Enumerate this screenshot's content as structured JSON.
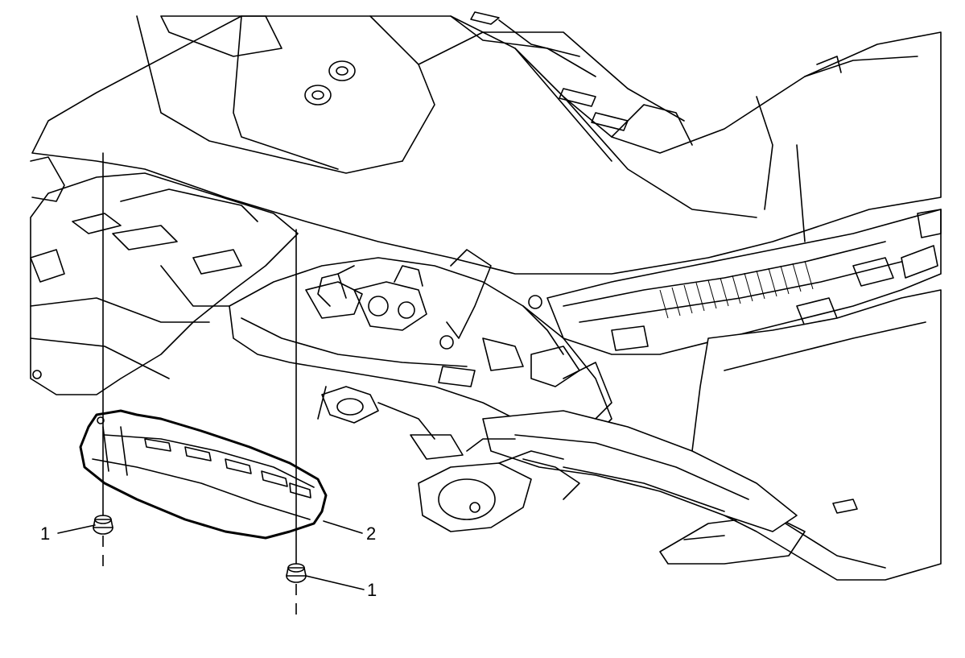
{
  "callouts": [
    {
      "id": "left-nut",
      "label": "1"
    },
    {
      "id": "right-nut",
      "label": "1"
    },
    {
      "id": "panel",
      "label": "2"
    }
  ]
}
